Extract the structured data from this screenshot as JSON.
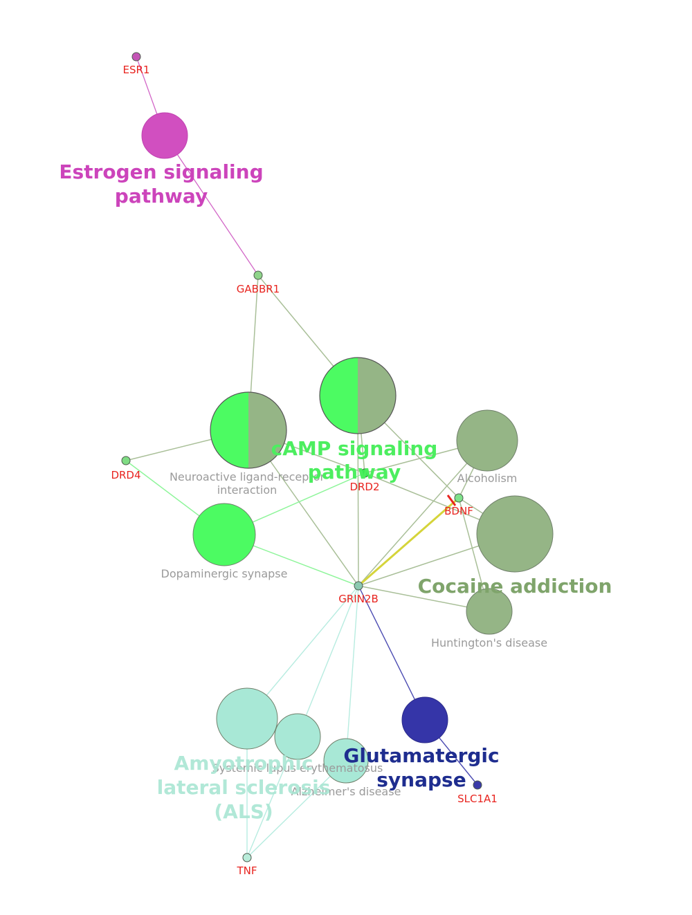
{
  "genes": [
    {
      "id": "ESR1",
      "label": "ESR1"
    },
    {
      "id": "GABBR1",
      "label": "GABBR1"
    },
    {
      "id": "DRD4",
      "label": "DRD4"
    },
    {
      "id": "DRD2",
      "label": "DRD2"
    },
    {
      "id": "BDNF",
      "label": "BDNF"
    },
    {
      "id": "GRIN2B",
      "label": "GRIN2B"
    },
    {
      "id": "SLC1A1",
      "label": "SLC1A1"
    },
    {
      "id": "TNF",
      "label": "TNF"
    }
  ],
  "terms": [
    {
      "id": "estrogen",
      "label": ""
    },
    {
      "id": "neuroactive",
      "label": "Neuroactive ligand-receptor\ninteraction"
    },
    {
      "id": "camp",
      "label": ""
    },
    {
      "id": "alcoholism",
      "label": "Alcoholism"
    },
    {
      "id": "cocaine",
      "label": ""
    },
    {
      "id": "dopaminergic",
      "label": "Dopaminergic synapse"
    },
    {
      "id": "huntington",
      "label": "Huntington's disease"
    },
    {
      "id": "als",
      "label": ""
    },
    {
      "id": "sle",
      "label": "Systemic lupus erythematosus"
    },
    {
      "id": "alzheimer",
      "label": "Alzheimer's disease"
    },
    {
      "id": "glutamatergic",
      "label": ""
    }
  ],
  "groups": [
    {
      "id": "estrogen-group",
      "label": "Estrogen signaling\npathway",
      "color": "#cc44bb"
    },
    {
      "id": "camp-group",
      "label": "cAMP signaling\npathway",
      "color": "#4cee5f"
    },
    {
      "id": "cocaine-group",
      "label": "Cocaine addiction",
      "color": "#7fa46b"
    },
    {
      "id": "als-group",
      "label": "Amyotrophic\nlateral sclerosis\n(ALS)",
      "color": "#a9e6d3"
    },
    {
      "id": "glutamatergic-group",
      "label": "Glutamatergic\nsynapse",
      "color": "#1e2d8f"
    }
  ],
  "colors": {
    "magenta": "#d14fc0",
    "bright_green": "#4cfb62",
    "olive_green": "#95b586",
    "aqua": "#a8e8d6",
    "navy": "#3535a8",
    "gene_label": "#e8231e"
  }
}
